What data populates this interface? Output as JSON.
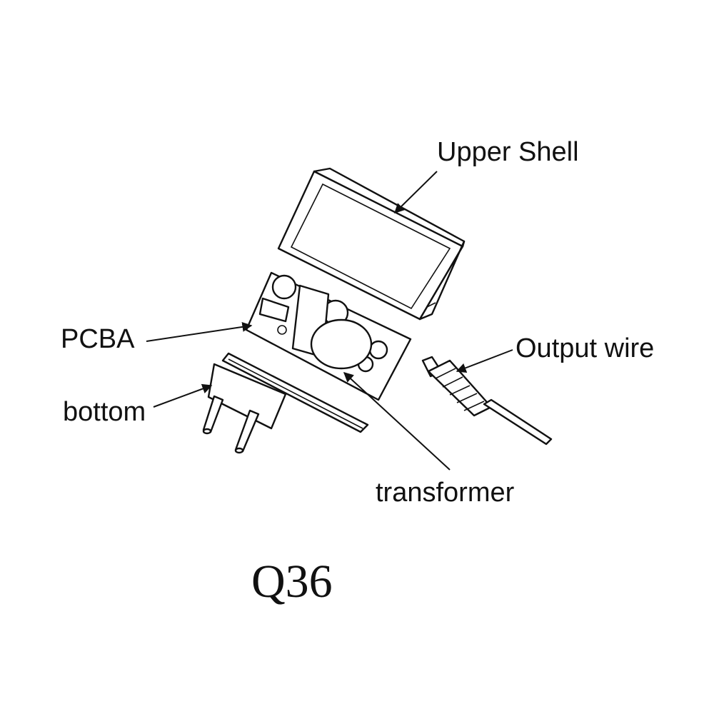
{
  "labels": {
    "upper_shell": "Upper Shell",
    "pcba": "PCBA",
    "bottom": "bottom",
    "output_wire": "Output wire",
    "transformer": "transformer"
  },
  "model": "Q36",
  "colors": {
    "ink": "#111111",
    "paper": "#ffffff"
  }
}
